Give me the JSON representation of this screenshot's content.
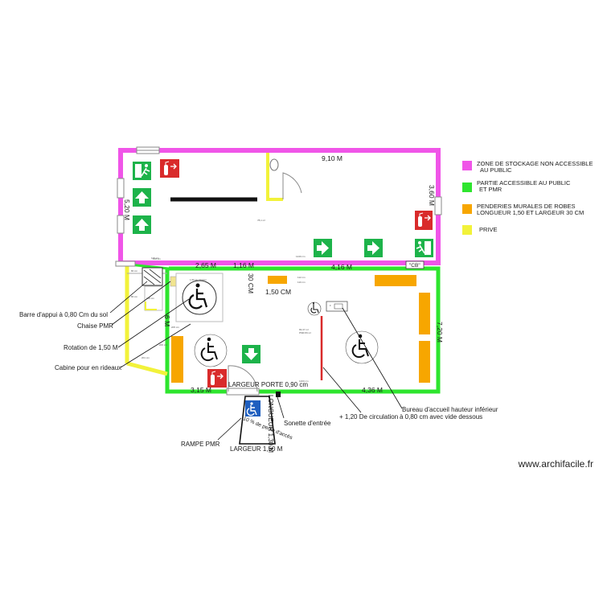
{
  "legend": [
    {
      "color": "#f055e8",
      "label_l1": "ZONE DE STOCKAGE NON ACCESSIBLE",
      "label_l2": "AU PUBLIC"
    },
    {
      "color": "#2ee52e",
      "label_l1": "PARTIE ACCESSIBLE AU PUBLIC",
      "label_l2": "ET PMR"
    },
    {
      "color": "#f7a600",
      "label_l1": "PENDERIES MURALES DE ROBES",
      "label_l2": "LONGUEUR 1,50  ET  LARGEUR 30 CM"
    },
    {
      "color": "#f2f23a",
      "label_l1": "PRIVE",
      "label_l2": ""
    }
  ],
  "dimensions": {
    "top_width": "9,10 M",
    "right_upper": "3,60 M",
    "left_upper": "5,20 M",
    "mid_265": "2,65 M",
    "mid_116": "1,16 M",
    "mid_416": "4,16 M",
    "right_lower": "7,20 M",
    "left_lower": "6 M",
    "bottom_315": "3,15 M",
    "bottom_436": "4,36 M",
    "vertical_30cm": "30 CM",
    "horizontal_150cm": "1,50 CM",
    "cb_label": "\"CB\""
  },
  "room_labels": {
    "storage_area": "78,1 m²",
    "public_area": "83,37 m²",
    "public_area_sub": "PMR 83 m²",
    "rotation_small": "1,50 de rotation",
    "lbl_120": "120 cm",
    "lbl_1200": "1200 cm",
    "lbl_1240": "1240 cm",
    "lbl_80a": "80 cm",
    "lbl_80b": "80 cm",
    "lbl_100a": "100 cm",
    "lbl_100b": "100 cm",
    "lbl_200": "200 cm",
    "lbl_201": "201 cm",
    "lbl_205": "205 cm",
    "lbl_110": "110 cm",
    "lbl_112": "112 cm"
  },
  "annotations": {
    "barre": "Barre d'appui à 0,80 Cm du sol",
    "chaise": "Chaise PMR",
    "rotation": "Rotation de 1,50 M",
    "cabine": "Cabine pour en rideaux",
    "largeur_porte": "LARGEUR PORTE 0,90 cm",
    "longueur_rampe": "LONGUEUR 1,30 M",
    "largeur_rampe": "LARGEUR 1,50 M",
    "rampe_pct": "10 % de pente d'accès",
    "rampe": "RAMPE PMR",
    "sonette": "Sonette d'entrée",
    "circulation": "+ 1,20 De circulation",
    "bureau_l1": "Bureau d'accueil hauteur inférieur",
    "bureau_l2": "à 0,80 cm avec vide dessous"
  },
  "icons": {
    "wheelchair": "wheelchair-icon",
    "exit": "emergency-exit-icon",
    "extinguisher": "fire-extinguisher-icon",
    "arrow": "arrow-icon"
  },
  "colors": {
    "storage": "#f055e8",
    "public": "#2ee52e",
    "wardrobe": "#f7a600",
    "private": "#f2f23a",
    "safety_green": "#1db34a",
    "fire_red": "#d92b2b",
    "pmr_blue": "#1f5fbf"
  },
  "footer": "www.archifacile.fr"
}
